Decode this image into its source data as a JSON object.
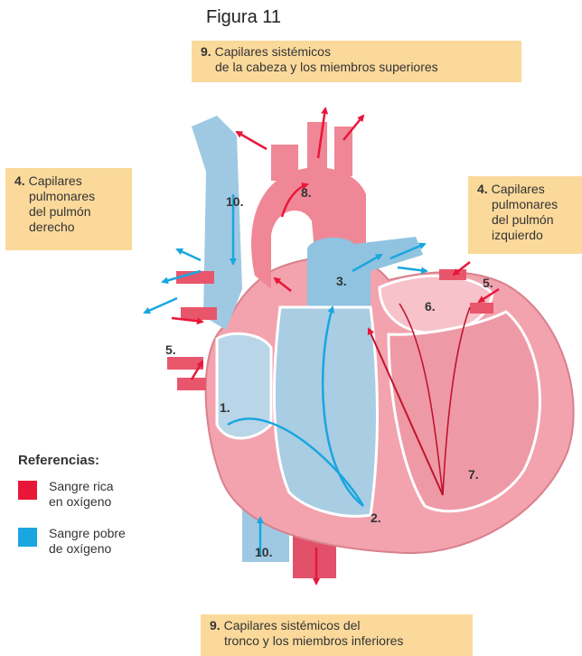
{
  "figure_title": "Figura 11",
  "boxes": {
    "top": {
      "num": "9.",
      "line1": "Capilares sistémicos",
      "line2": "de la cabeza y los miembros superiores"
    },
    "left": {
      "num": "4.",
      "line1": "Capilares",
      "line2": "pulmonares",
      "line3": "del pulmón",
      "line4": "derecho"
    },
    "right": {
      "num": "4.",
      "line1": "Capilares",
      "line2": "pulmonares",
      "line3": "del pulmón",
      "line4": "izquierdo"
    },
    "bottom": {
      "num": "9.",
      "line1": "Capilares sistémicos del",
      "line2": "tronco y los miembros inferiores"
    }
  },
  "heart_labels": {
    "l1": "1.",
    "l2": "2.",
    "l3": "3.",
    "l5a": "5.",
    "l5b": "5.",
    "l6": "6.",
    "l7": "7.",
    "l8": "8.",
    "l10a": "10.",
    "l10b": "10."
  },
  "legend": {
    "title": "Referencias:",
    "oxygen_rich": {
      "line1": "Sangre rica",
      "line2": "en oxígeno",
      "color": "#e8173a"
    },
    "oxygen_poor": {
      "line1": "Sangre pobre",
      "line2": "de oxígeno",
      "color": "#1aa6e0"
    }
  }
}
